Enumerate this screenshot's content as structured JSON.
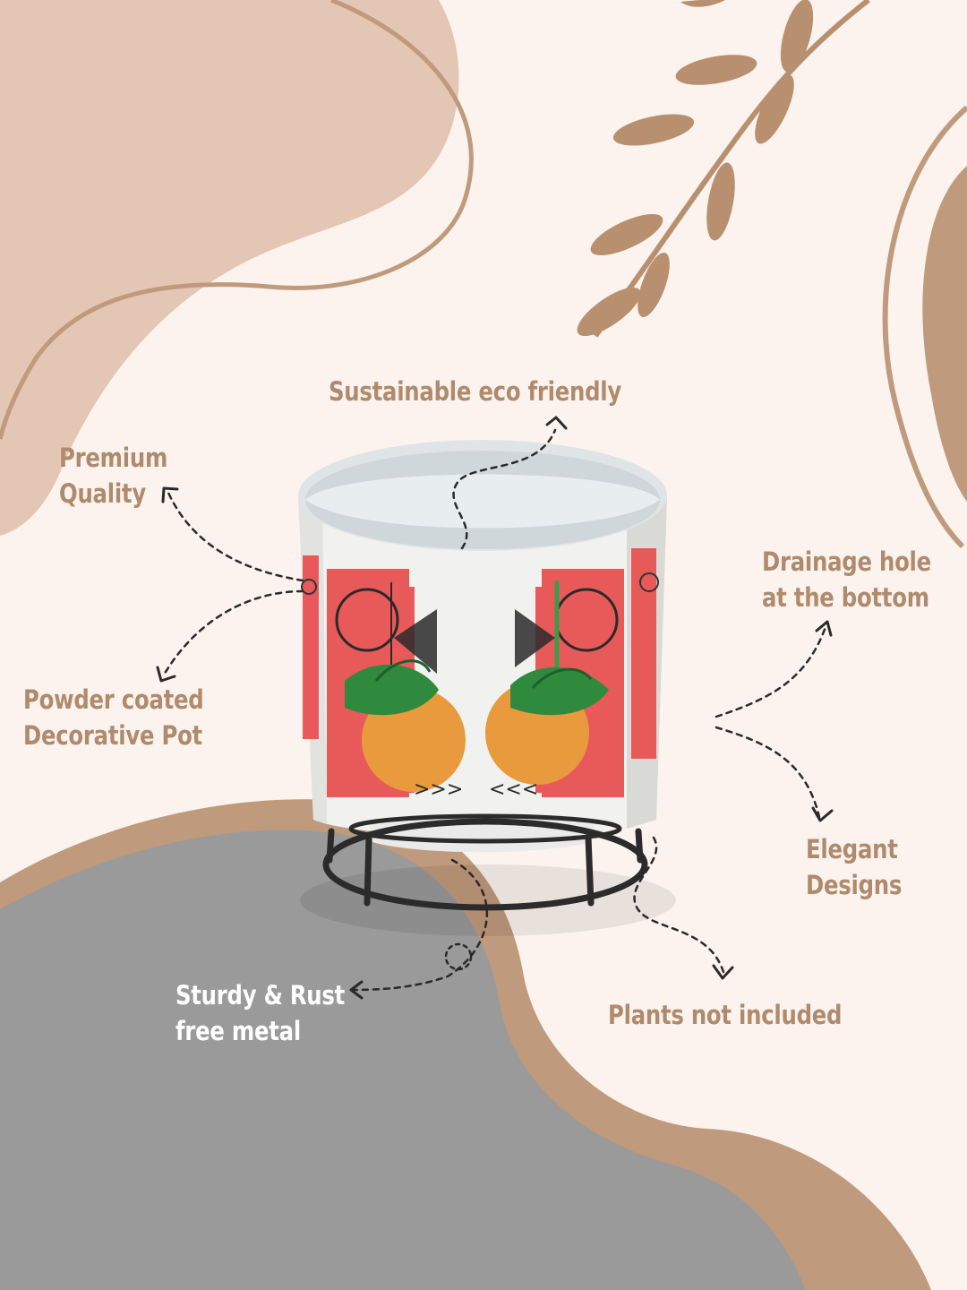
{
  "title": "Sustainable eco friendly",
  "features": {
    "premium": {
      "line1": "Premium",
      "line2": "Quality"
    },
    "powder": {
      "line1": "Powder coated",
      "line2": "Decorative Pot"
    },
    "drainage": {
      "line1": "Drainage hole",
      "line2": "at the bottom"
    },
    "elegant": {
      "line1": "Elegant",
      "line2": "Designs"
    },
    "sturdy": {
      "line1": "Sturdy & Rust",
      "line2": "free metal"
    },
    "plants": {
      "line1": "Plants not included"
    }
  },
  "pot_print": {
    "left_chevrons": ">>>",
    "right_chevrons": "<<<"
  },
  "colors": {
    "background": "#fcf3ee",
    "blob_tan": "#e3c4b2",
    "accent_brown": "#b8906f",
    "grey_blob": "#9a9a9a",
    "label_brown": "#b08a6c",
    "pot_red": "#e85a5a",
    "pot_orange": "#e89a3c",
    "leaf_green": "#2f8a3e"
  }
}
